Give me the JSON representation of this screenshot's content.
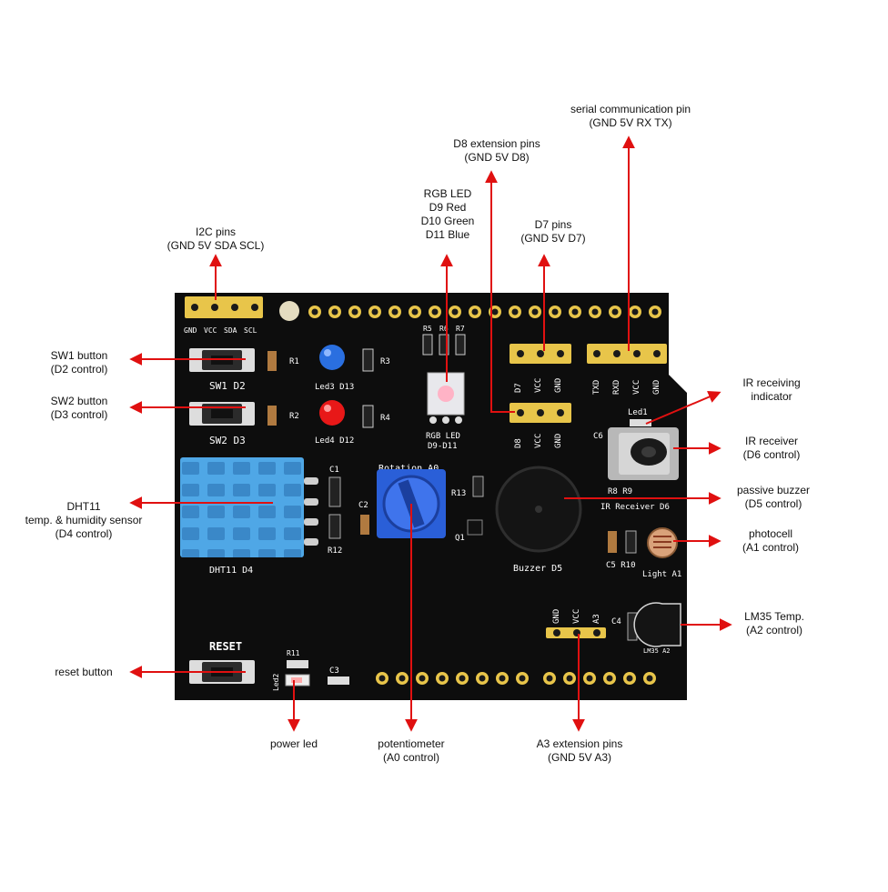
{
  "colors": {
    "board": "#0d0d0d",
    "silk": "#ffffff",
    "header_gold": "#e8c54a",
    "header_dark": "#1a1a1a",
    "arrow": "#e01010",
    "dht_blue": "#4fa7e6",
    "pot_blue": "#2a5fd8",
    "led_blue": "#2a6fe0",
    "led_red": "#e81818",
    "button_body": "#2b2b2b"
  },
  "board_labels": {
    "i2c_header": [
      "GND",
      "VCC",
      "SDA",
      "SCL"
    ],
    "sw1": "SW1 D2",
    "sw2": "SW2 D3",
    "r1": "R1",
    "r2": "R2",
    "r3": "R3",
    "r4": "R4",
    "led3": "Led3 D13",
    "led4": "Led4 D12",
    "rgb_resistors": [
      "R5",
      "R6",
      "R7"
    ],
    "rgb_led": "RGB LED",
    "rgb_pins": "D9-D11",
    "d7_header": [
      "D7",
      "VCC",
      "GND"
    ],
    "d8_header": [
      "D8",
      "VCC",
      "GND"
    ],
    "serial_header": [
      "TXD",
      "RXD",
      "VCC",
      "GND"
    ],
    "led1": "Led1",
    "c6": "C6",
    "r8r9": "R8  R9",
    "ir_receiver": "IR Receiver D6",
    "c1": "C1",
    "c2": "C2",
    "r12": "R12",
    "r13": "R13",
    "q1": "Q1",
    "dht11": "DHT11 D4",
    "rotation": "Rotation A0",
    "buzzer": "Buzzer D5",
    "c5r10": "C5 R10",
    "light": "Light A1",
    "a3_header": [
      "GND",
      "VCC",
      "A3"
    ],
    "c4": "C4",
    "lm35": "LM35 A2",
    "reset": "RESET",
    "r11": "R11",
    "led2": "Led2",
    "c3": "C3"
  },
  "callouts": {
    "i2c": [
      "I2C  pins",
      "(GND 5V SDA SCL)"
    ],
    "rgb": [
      "RGB LED",
      "D9  Red",
      "D10 Green",
      "D11 Blue"
    ],
    "d8": [
      "D8 extension pins",
      "(GND 5V D8)"
    ],
    "d7": [
      "D7 pins",
      "(GND 5V D7)"
    ],
    "serial": [
      "serial communication pin",
      "(GND 5V RX TX)"
    ],
    "sw1": [
      "SW1 button",
      "(D2 control)"
    ],
    "sw2": [
      "SW2 button",
      "(D3 control)"
    ],
    "ir_ind": [
      "IR receiving",
      "indicator"
    ],
    "ir_recv": [
      "IR receiver",
      "(D6 control)"
    ],
    "dht": [
      "DHT11",
      "temp. & humidity sensor",
      "(D4 control)"
    ],
    "buzzer": [
      "passive buzzer",
      "(D5 control)"
    ],
    "photo": [
      "photocell",
      "(A1 control)"
    ],
    "lm35": [
      "LM35 Temp.",
      "(A2 control)"
    ],
    "reset": [
      "reset button"
    ],
    "power": [
      "power led"
    ],
    "pot": [
      "potentiometer",
      "(A0 control)"
    ],
    "a3": [
      "A3 extension pins",
      "(GND 5V A3)"
    ]
  }
}
